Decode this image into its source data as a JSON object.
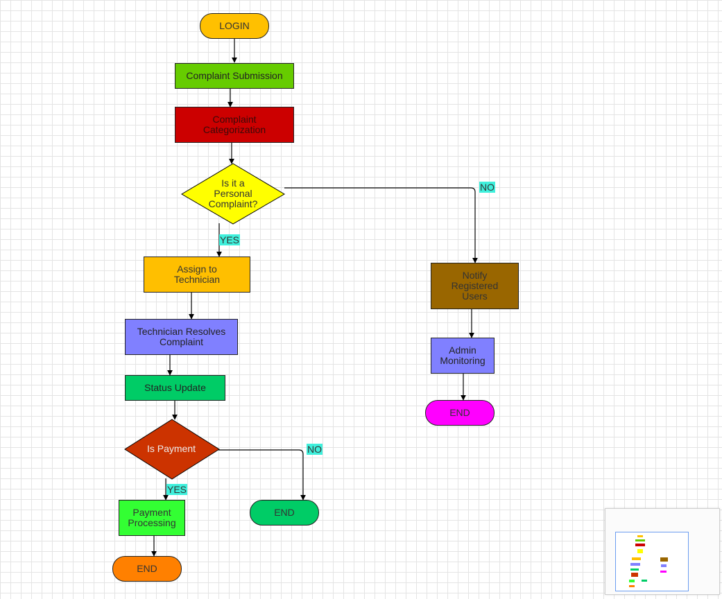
{
  "nodes": {
    "login": {
      "label": "LOGIN",
      "color": "#ffc000"
    },
    "complaint_submission": {
      "label": "Complaint Submission",
      "color": "#66cc00"
    },
    "complaint_categorization": {
      "label": "Complaint Categorization",
      "color": "#cc0000"
    },
    "personal_decision": {
      "label": "Is it a Personal Complaint?",
      "color": "#ffff00"
    },
    "assign_technician": {
      "label": "Assign to Technician",
      "color": "#ffbf00"
    },
    "technician_resolves": {
      "label": "Technician Resolves Complaint",
      "color": "#8080ff"
    },
    "status_update": {
      "label": "Status Update",
      "color": "#00cc66"
    },
    "payment_decision": {
      "label": "Is Payment",
      "color": "#cc3300"
    },
    "payment_processing": {
      "label": "Payment Processing",
      "color": "#33ff33"
    },
    "end_payment": {
      "label": "END",
      "color": "#ff8000"
    },
    "end_no_payment": {
      "label": "END",
      "color": "#00cc66"
    },
    "notify_users": {
      "label": "Notify Registered Users",
      "color": "#996600"
    },
    "admin_monitoring": {
      "label": "Admin Monitoring",
      "color": "#8080ff"
    },
    "end_admin": {
      "label": "END",
      "color": "#ff00ff"
    }
  },
  "edge_labels": {
    "personal_no": "NO",
    "personal_yes": "YES",
    "payment_no": "NO",
    "payment_yes": "YES"
  },
  "colors": {
    "edge_label_bg": "#3ff0dc",
    "grid": "#e4e4e4",
    "edge": "#000000"
  }
}
